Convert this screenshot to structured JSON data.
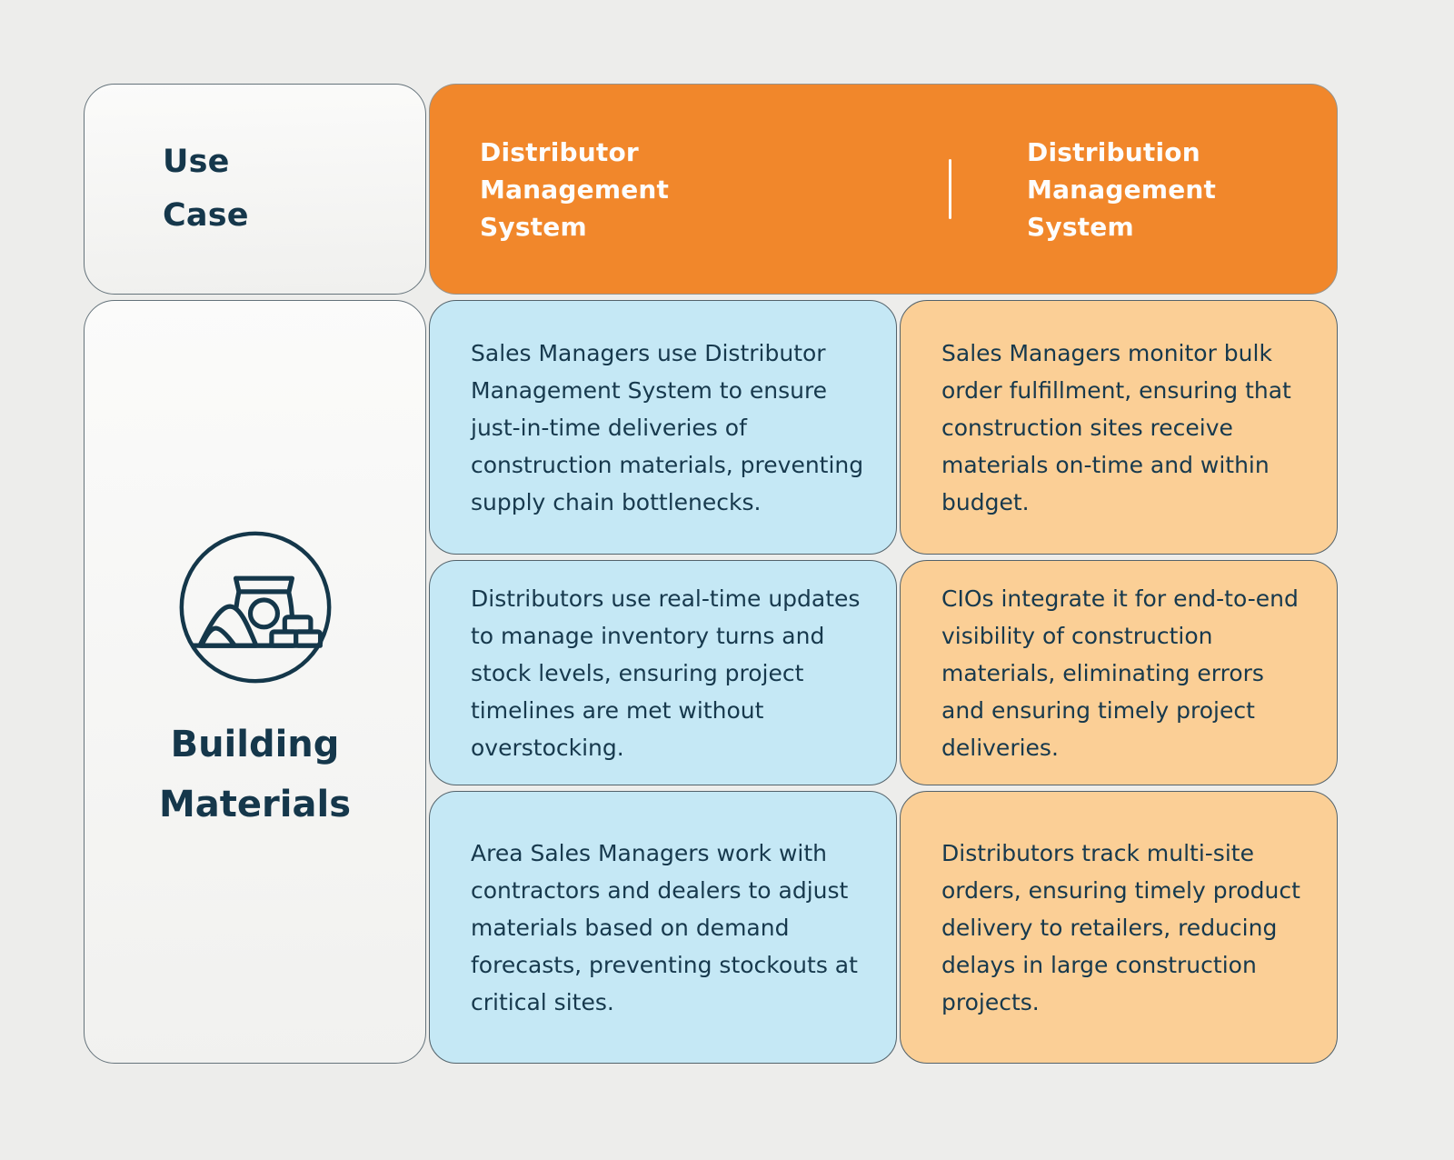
{
  "palette": {
    "background": "#EDEDEB",
    "header_orange": "#F1872B",
    "cell_blue": "#C5E8F5",
    "cell_peach": "#FBCF96",
    "card_white": "#F8F8F6",
    "text_dark": "#16394D",
    "text_white": "#FDFDFD"
  },
  "table": {
    "corner_header": {
      "label": "Use\nCase"
    },
    "column_headers": [
      {
        "label": "Distributor\nManagement\nSystem"
      },
      {
        "label": "Distribution\nManagement\nSystem"
      }
    ],
    "row_header": {
      "icon": "building-materials-icon",
      "label": "Building\nMaterials"
    },
    "columns": [
      {
        "cells": [
          "Sales Managers use Distributor Management System to ensure just-in-time deliveries of construction materials, preventing supply chain bottlenecks.",
          "Distributors use real-time updates to manage inventory turns and stock levels, ensuring project timelines are met without overstocking.",
          "Area Sales Managers work with contractors and dealers to adjust materials based on demand forecasts, preventing stockouts at critical sites."
        ]
      },
      {
        "cells": [
          "Sales Managers monitor bulk order fulfillment, ensuring that construction sites receive materials on-time and within budget.",
          "CIOs integrate it for end-to-end visibility of construction materials, eliminating errors and ensuring timely project deliveries.",
          "Distributors track multi-site orders, ensuring timely product delivery to retailers, reducing delays in large construction projects."
        ]
      }
    ]
  }
}
